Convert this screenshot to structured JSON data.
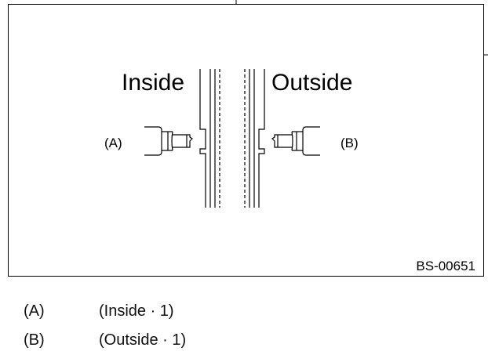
{
  "diagram": {
    "label_inside": "Inside",
    "label_outside": "Outside",
    "label_a": "(A)",
    "label_b": "(B)",
    "figure_code": "BS-00651"
  },
  "legend": [
    {
      "key": "(A)",
      "description": "(Inside · 1)"
    },
    {
      "key": "(B)",
      "description": "(Outside · 1)"
    }
  ]
}
